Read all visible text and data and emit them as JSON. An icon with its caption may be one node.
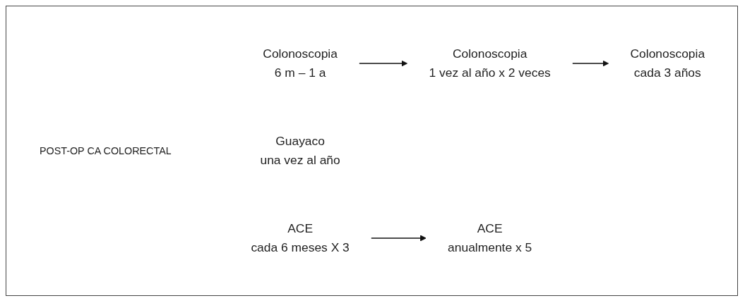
{
  "diagram": {
    "nodes": [
      {
        "text": [
          "POST-OP CA COLORECTAL"
        ]
      },
      {
        "text": [
          "Colonoscopia",
          "6 m – 1 a"
        ]
      },
      {
        "text": [
          "Colonoscopia",
          "1 vez al año x 2 veces"
        ]
      },
      {
        "text": [
          "Colonoscopia",
          "cada 3 años"
        ]
      },
      {
        "text": [
          "Guayaco",
          "una vez al año"
        ]
      },
      {
        "text": [
          "ACE",
          "cada 6 meses X 3"
        ]
      },
      {
        "text": [
          "ACE",
          "anualmente x 5"
        ]
      }
    ],
    "edges": [
      {
        "from": 1,
        "to": 2,
        "arrow": "to"
      },
      {
        "from": 2,
        "to": 3,
        "arrow": "to"
      },
      {
        "from": 5,
        "to": 6,
        "arrow": "to"
      }
    ]
  }
}
